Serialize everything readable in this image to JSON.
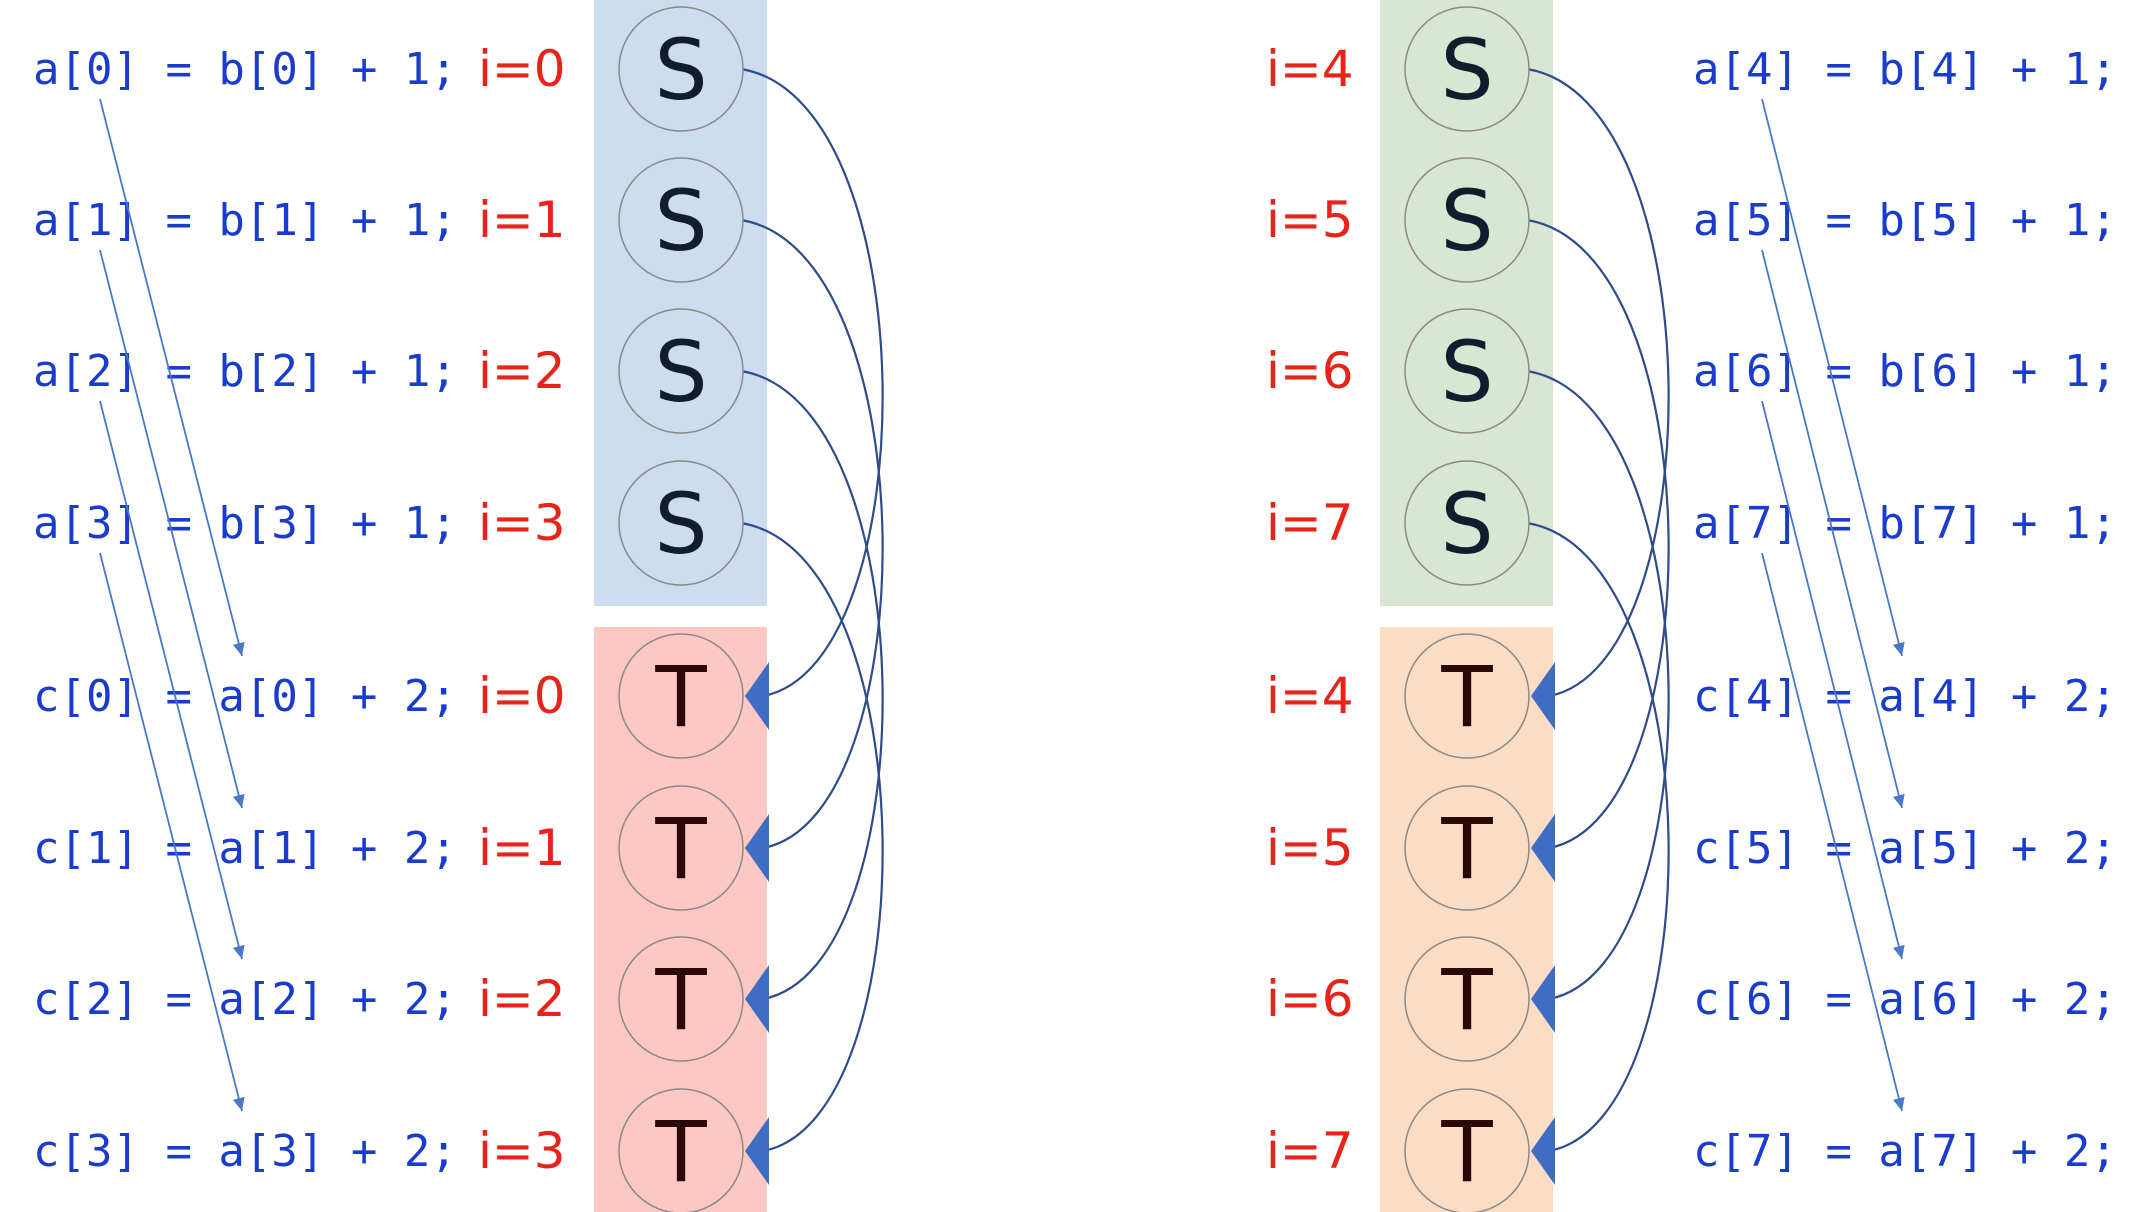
{
  "groups": [
    {
      "side": "left",
      "s_band_color": "#cddcef",
      "t_band_color": "#fdc8c3",
      "s_node_fill": "#cddcef",
      "t_node_fill": "#fdc8c3",
      "s_nodes": [
        {
          "label": "S",
          "index": "i=0",
          "code": "a[0] = b[0] + 1;"
        },
        {
          "label": "S",
          "index": "i=1",
          "code": "a[1] = b[1] + 1;"
        },
        {
          "label": "S",
          "index": "i=2",
          "code": "a[2] = b[2] + 1;"
        },
        {
          "label": "S",
          "index": "i=3",
          "code": "a[3] = b[3] + 1;"
        }
      ],
      "t_nodes": [
        {
          "label": "T",
          "index": "i=0",
          "code": "c[0] = a[0] + 2;"
        },
        {
          "label": "T",
          "index": "i=1",
          "code": "c[1] = a[1] + 2;"
        },
        {
          "label": "T",
          "index": "i=2",
          "code": "c[2] = a[2] + 2;"
        },
        {
          "label": "T",
          "index": "i=3",
          "code": "c[3] = a[3] + 2;"
        }
      ]
    },
    {
      "side": "right",
      "s_band_color": "#d9e6d2",
      "t_band_color": "#fbdcc4",
      "s_node_fill": "#d9e6d2",
      "t_node_fill": "#fbdcc4",
      "s_nodes": [
        {
          "label": "S",
          "index": "i=4",
          "code": "a[4] = b[4] + 1;"
        },
        {
          "label": "S",
          "index": "i=5",
          "code": "a[5] = b[5] + 1;"
        },
        {
          "label": "S",
          "index": "i=6",
          "code": "a[6] = b[6] + 1;"
        },
        {
          "label": "S",
          "index": "i=7",
          "code": "a[7] = b[7] + 1;"
        }
      ],
      "t_nodes": [
        {
          "label": "T",
          "index": "i=4",
          "code": "c[4] = a[4] + 2;"
        },
        {
          "label": "T",
          "index": "i=5",
          "code": "c[5] = a[5] + 2;"
        },
        {
          "label": "T",
          "index": "i=6",
          "code": "c[6] = a[6] + 2;"
        },
        {
          "label": "T",
          "index": "i=7",
          "code": "c[7] = a[7] + 2;"
        }
      ]
    }
  ],
  "colors": {
    "code_text": "#1a3ccc",
    "index_text": "#e8231a",
    "edge": "#2e4b8c",
    "arrowhead": "#3f6dc4",
    "node_outline": "#8a8a8a",
    "dependency_line": "#4a78c8"
  },
  "edges": [
    {
      "from": 0,
      "to": 0
    },
    {
      "from": 1,
      "to": 1
    },
    {
      "from": 2,
      "to": 2
    },
    {
      "from": 3,
      "to": 3
    }
  ]
}
